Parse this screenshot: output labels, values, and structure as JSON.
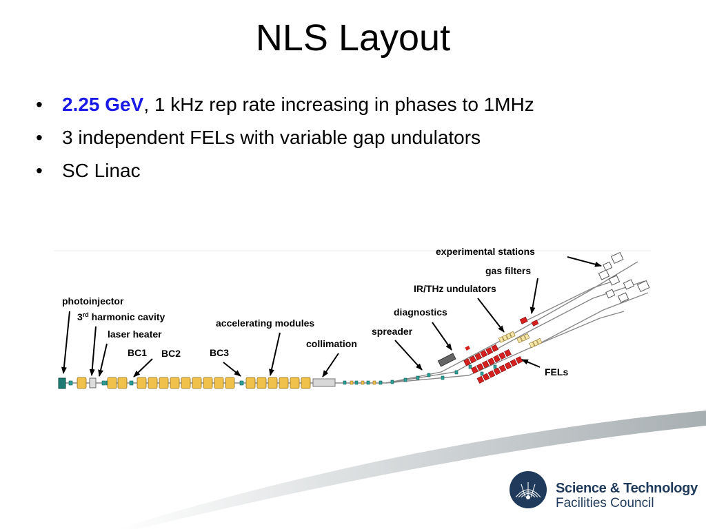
{
  "slide": {
    "title": "NLS Layout",
    "bullets": [
      {
        "highlight": "2.25 GeV",
        "text": ", 1 kHz rep rate increasing in phases to 1MHz"
      },
      {
        "text": "3 independent FELs with variable gap undulators"
      },
      {
        "text": "SC Linac"
      }
    ]
  },
  "diagram": {
    "labels": {
      "photoinjector": "photoinjector",
      "harmonic_num": "3",
      "harmonic_sup": "rd",
      "harmonic_rest": " harmonic cavity",
      "laser_heater": "laser heater",
      "bc1": "BC1",
      "bc2": "BC2",
      "bc3": "BC3",
      "accelerating_modules": "accelerating modules",
      "collimation": "collimation",
      "spreader": "spreader",
      "diagnostics": "diagnostics",
      "ir_thz": "IR/THz undulators",
      "gas_filters": "gas filters",
      "experimental_stations": "experimental stations",
      "fels": "FELs"
    },
    "colors": {
      "module": "#f0c24b",
      "undulator": "#d62020",
      "beamline": "#888888",
      "arrow": "#000000"
    }
  },
  "logo": {
    "line1": "Science & Technology",
    "line2": "Facilities Council",
    "color": "#1f3a5a"
  }
}
